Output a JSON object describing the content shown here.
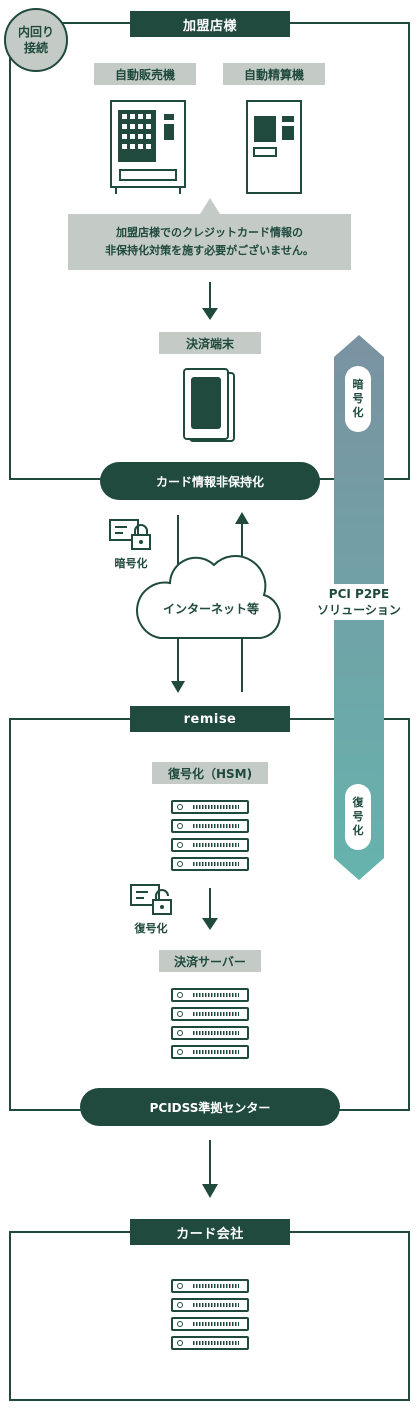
{
  "colors": {
    "dark": "#1f4a3d",
    "grey": "#c4cbc6",
    "gradient_top": "#7a92a1",
    "gradient_bottom": "#66b3ad"
  },
  "badge": {
    "line1": "内回り",
    "line2": "接続"
  },
  "merchant": {
    "title": "加盟店様",
    "vending_label": "自動販売機",
    "payment_machine_label": "自動精算機",
    "note_line1": "加盟店様でのクレジットカード情報の",
    "note_line2": "非保持化対策を施す必要がございません。",
    "terminal_label": "決済端末",
    "pill": "カード情報非保持化"
  },
  "transport": {
    "encrypt_caption": "暗号化",
    "cloud_label": "インターネット等"
  },
  "p2pe": {
    "line1": "PCI P2PE",
    "line2": "ソリューション",
    "top_tag": [
      "暗",
      "号",
      "化"
    ],
    "bottom_tag": [
      "復",
      "号",
      "化"
    ]
  },
  "remise": {
    "title": "remise",
    "hsm_label": "復号化（HSM)",
    "decrypt_caption": "復号化",
    "server_label": "決済サーバー",
    "pill": "PCIDSS準拠センター"
  },
  "card_company": {
    "title": "カード会社"
  },
  "icons": [
    "vending-machine-icon",
    "payment-machine-icon",
    "terminal-icon",
    "lock-card-icon",
    "cloud-icon",
    "server-icon",
    "arrow-down-icon",
    "arrow-up-icon"
  ]
}
